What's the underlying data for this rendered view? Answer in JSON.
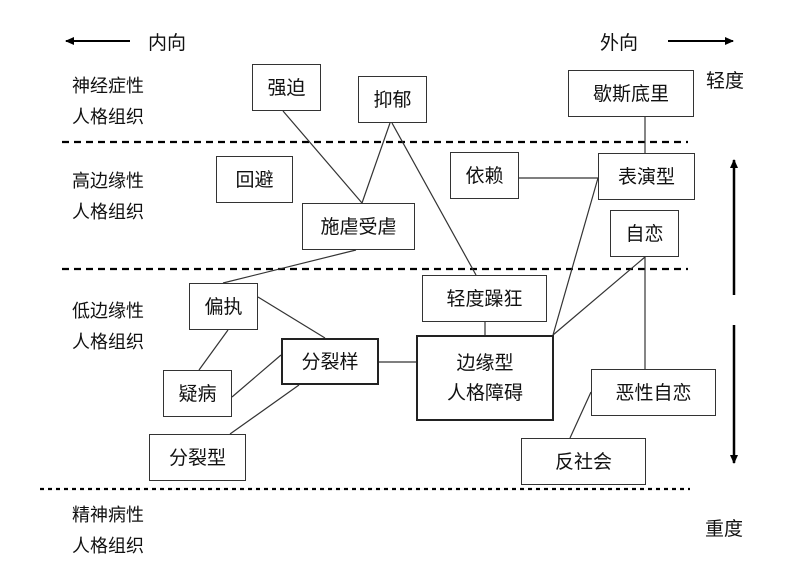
{
  "directions": {
    "introvert": "内向",
    "extrovert": "外向"
  },
  "severity": {
    "mild": "轻度",
    "severe": "重度"
  },
  "levels": [
    {
      "id": "neurotic",
      "label": "神经症性\n人格组织"
    },
    {
      "id": "high-borderline",
      "label": "高边缘性\n人格组织"
    },
    {
      "id": "low-borderline",
      "label": "低边缘性\n人格组织"
    },
    {
      "id": "psychotic",
      "label": "精神病性\n人格组织"
    }
  ],
  "nodes": [
    {
      "id": "obsessive",
      "label": "强迫"
    },
    {
      "id": "depressive",
      "label": "抑郁"
    },
    {
      "id": "hysterical",
      "label": "歇斯底里"
    },
    {
      "id": "avoidant",
      "label": "回避"
    },
    {
      "id": "dependent",
      "label": "依赖"
    },
    {
      "id": "histrionic",
      "label": "表演型"
    },
    {
      "id": "sadomasochistic",
      "label": "施虐受虐"
    },
    {
      "id": "narcissistic",
      "label": "自恋"
    },
    {
      "id": "hypomanic",
      "label": "轻度躁狂"
    },
    {
      "id": "paranoid",
      "label": "偏执"
    },
    {
      "id": "schizoid",
      "label": "分裂样"
    },
    {
      "id": "borderline",
      "label": "边缘型\n人格障碍"
    },
    {
      "id": "hypochondriacal",
      "label": "疑病"
    },
    {
      "id": "malignant-narcissism",
      "label": "恶性自恋"
    },
    {
      "id": "schizotypal",
      "label": "分裂型"
    },
    {
      "id": "antisocial",
      "label": "反社会"
    }
  ],
  "edges": [
    [
      "obsessive",
      "sadomasochistic"
    ],
    [
      "depressive",
      "sadomasochistic"
    ],
    [
      "depressive",
      "hypomanic"
    ],
    [
      "hysterical",
      "histrionic"
    ],
    [
      "dependent",
      "histrionic"
    ],
    [
      "histrionic",
      "borderline"
    ],
    [
      "narcissistic",
      "borderline"
    ],
    [
      "narcissistic",
      "malignant-narcissism"
    ],
    [
      "sadomasochistic",
      "paranoid"
    ],
    [
      "hypomanic",
      "borderline"
    ],
    [
      "paranoid",
      "schizoid"
    ],
    [
      "paranoid",
      "hypochondriacal"
    ],
    [
      "schizoid",
      "hypochondriacal"
    ],
    [
      "schizoid",
      "schizotypal"
    ],
    [
      "schizoid",
      "borderline"
    ],
    [
      "malignant-narcissism",
      "antisocial"
    ]
  ]
}
